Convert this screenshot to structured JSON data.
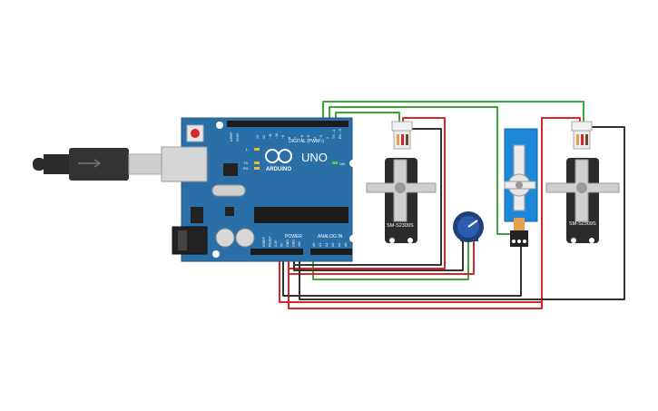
{
  "board": {
    "logo": "UNO",
    "brand": "ARDUINO",
    "digital_label": "DIGITAL (PWM~)",
    "power_label": "POWER",
    "analog_label": "ANALOG IN",
    "on_label": "ON",
    "l_label": "L",
    "tx_label": "TX",
    "rx_label": "RX",
    "aref_label": "AREF",
    "gnd_label": "GND",
    "digital_pins": [
      "13",
      "12",
      "~11",
      "~10",
      "~9",
      "8",
      "7",
      "~6",
      "~5",
      "4",
      "~3",
      "2",
      "TX→1",
      "RX←0"
    ],
    "power_pins": [
      "IOREF",
      "RESET",
      "3.3V",
      "5V",
      "GND",
      "GND",
      "VIN"
    ],
    "analog_pins": [
      "A0",
      "A1",
      "A2",
      "A3",
      "A4",
      "A5"
    ]
  },
  "servo_left": {
    "model": "SM-S2309S"
  },
  "servo_right": {
    "model": "SM-S2309S"
  },
  "colors": {
    "board": "#2a6fa8",
    "board_dark": "#1f5687",
    "wire_red": "#d8262c",
    "wire_black": "#333333",
    "wire_green": "#3aaa35",
    "servo_body": "#2b2b2b",
    "blue_servo": "#1e88d8"
  }
}
